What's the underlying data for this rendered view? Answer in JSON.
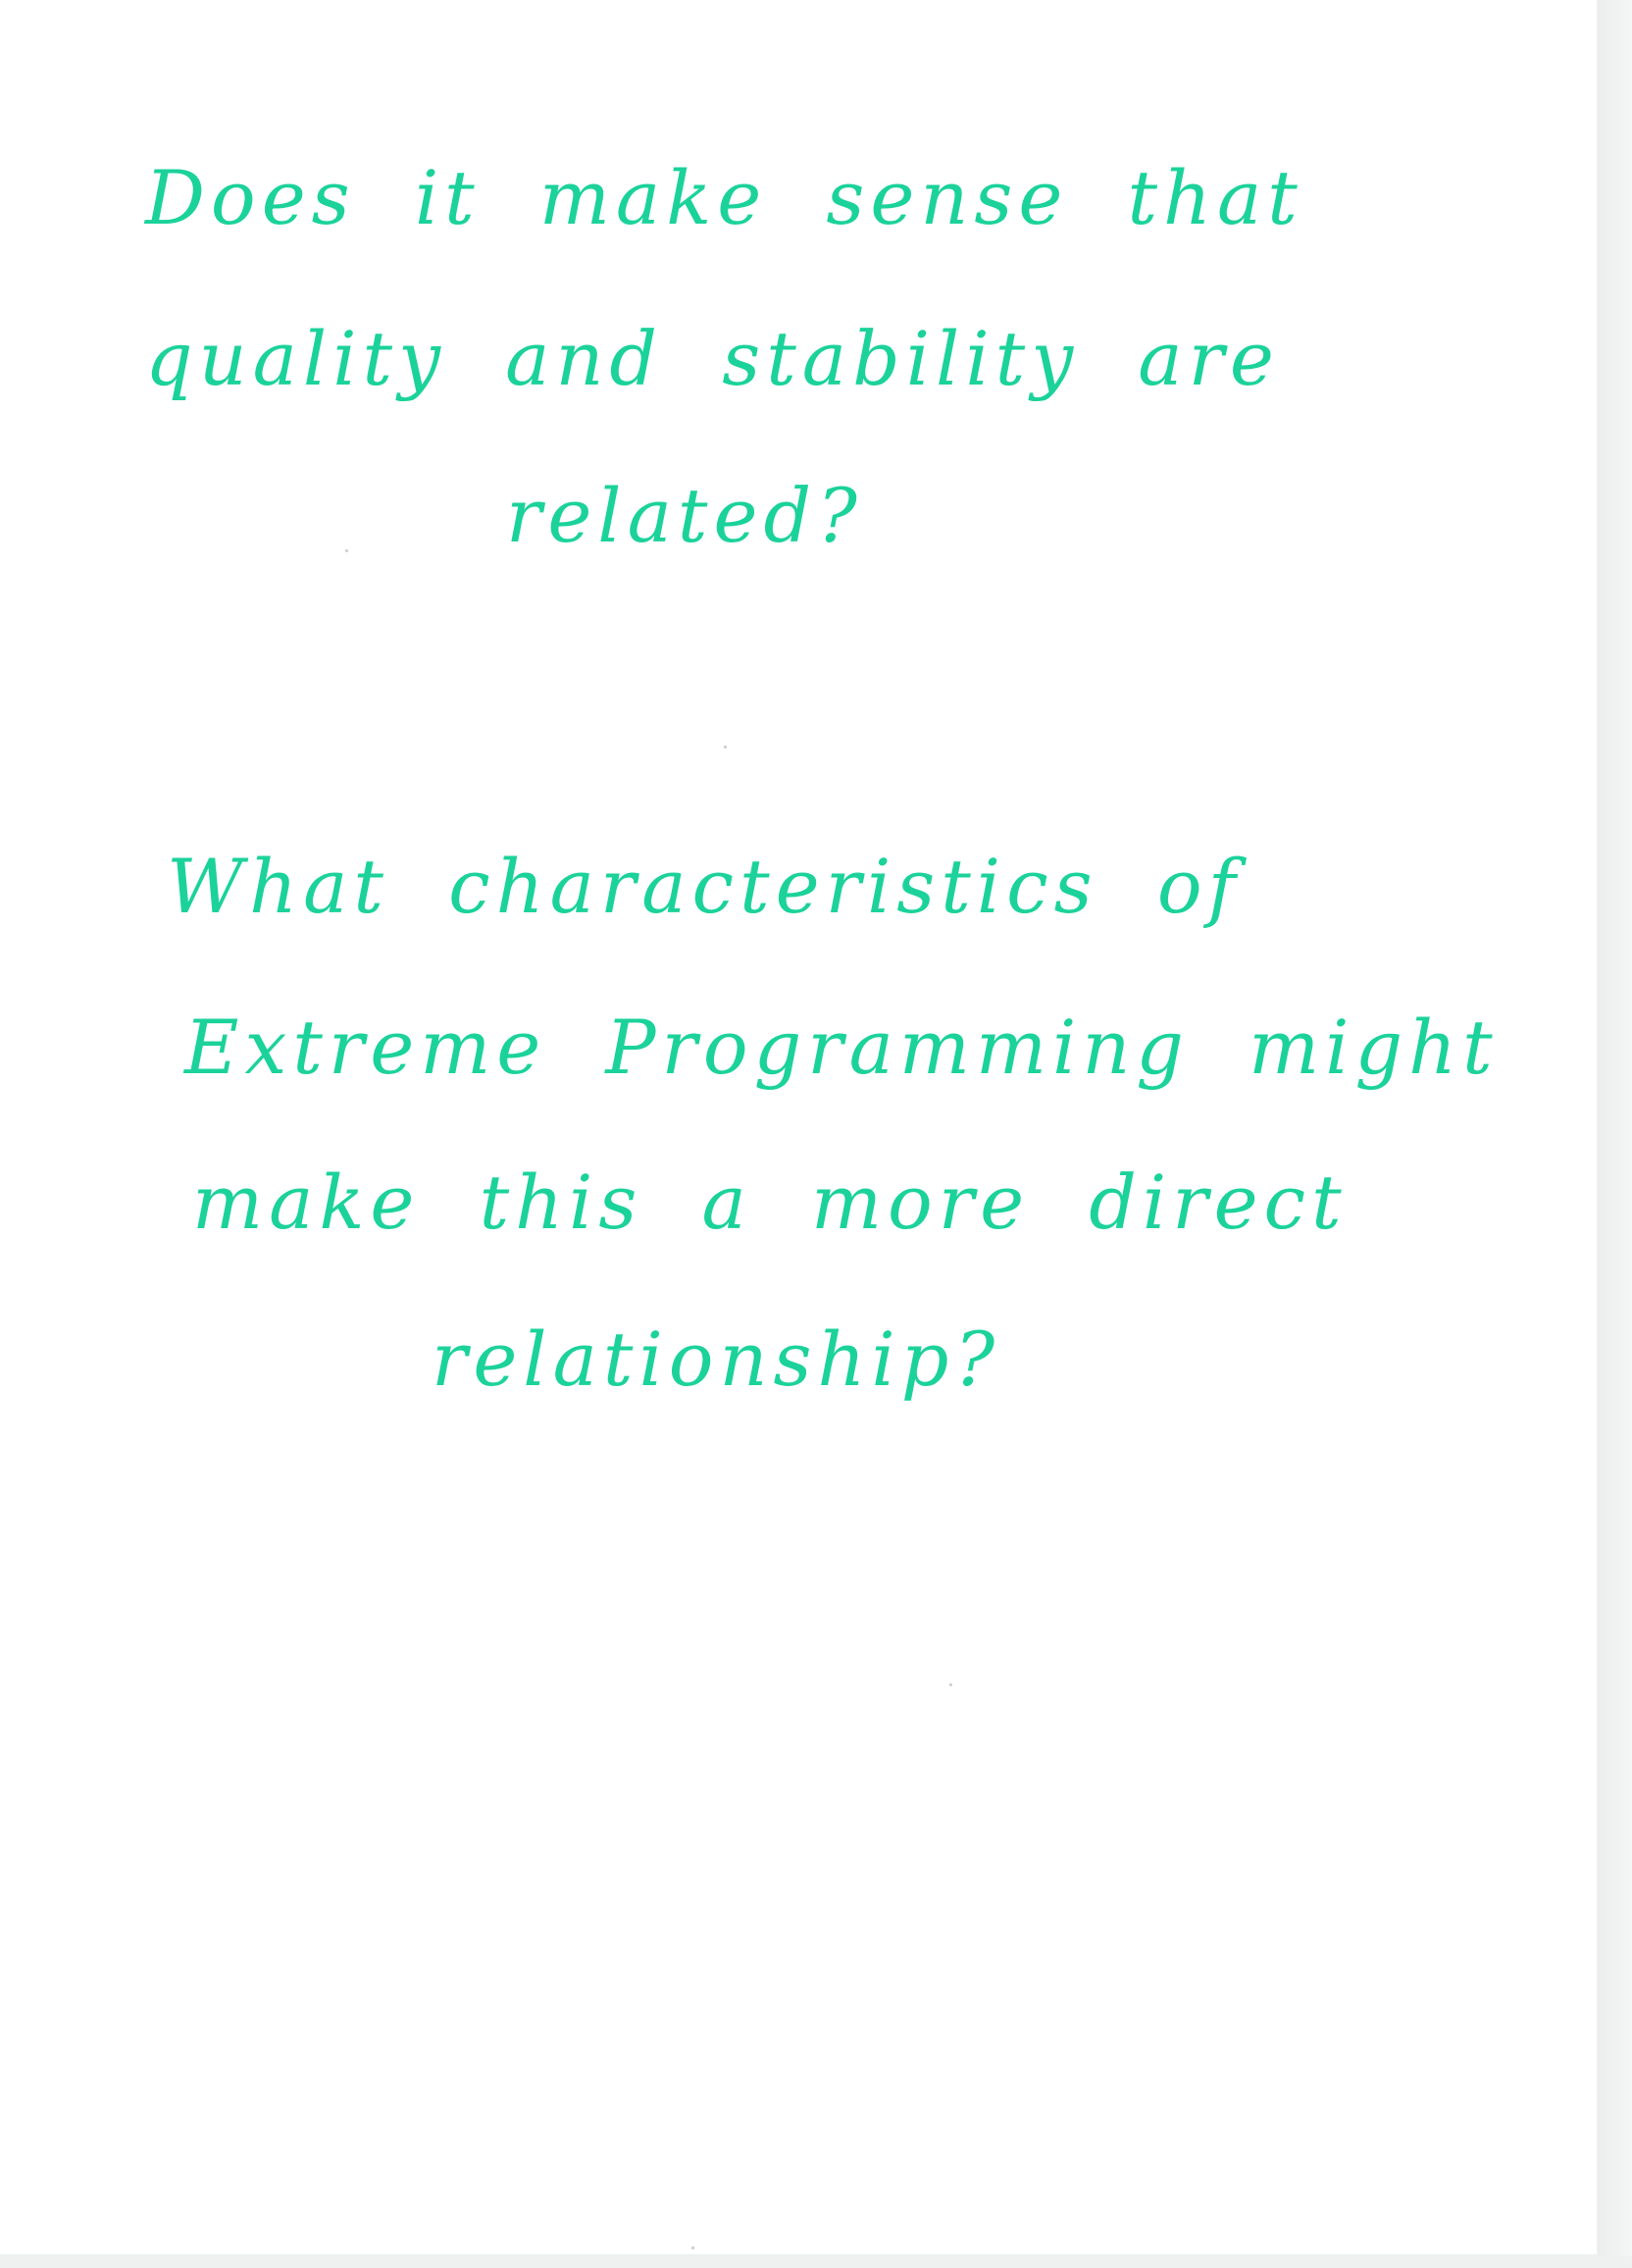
{
  "document": {
    "ink_color": "#1bd29a",
    "question_1": {
      "line_1": "Does it make sense that",
      "line_2": "quality and stability are",
      "line_3": "related?"
    },
    "question_2": {
      "line_1": "What characteristics of",
      "line_2": "Extreme Programming might",
      "line_3": "make this a more direct",
      "line_4": "relationship?"
    }
  }
}
